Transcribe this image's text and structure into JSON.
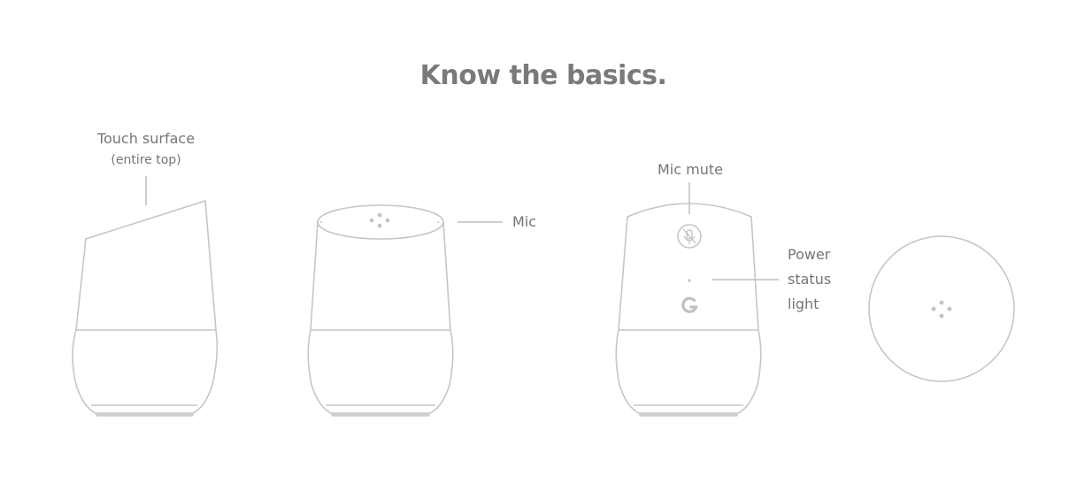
{
  "title": "Know the basics.",
  "labels": {
    "touch_surface": "Touch surface",
    "touch_surface_sub": "(entire top)",
    "mic": "Mic",
    "mic_mute": "Mic mute",
    "power_line1": "Power",
    "power_line2": "status",
    "power_line3": "light"
  },
  "icons": {
    "mic_mute_button": "mic-off-icon",
    "brand_logo": "google-g-logo",
    "assistant_dots": "four-dots-icon"
  },
  "colors": {
    "title": "#7a7a7a",
    "label": "#757575",
    "outline": "#c6c6c6"
  }
}
